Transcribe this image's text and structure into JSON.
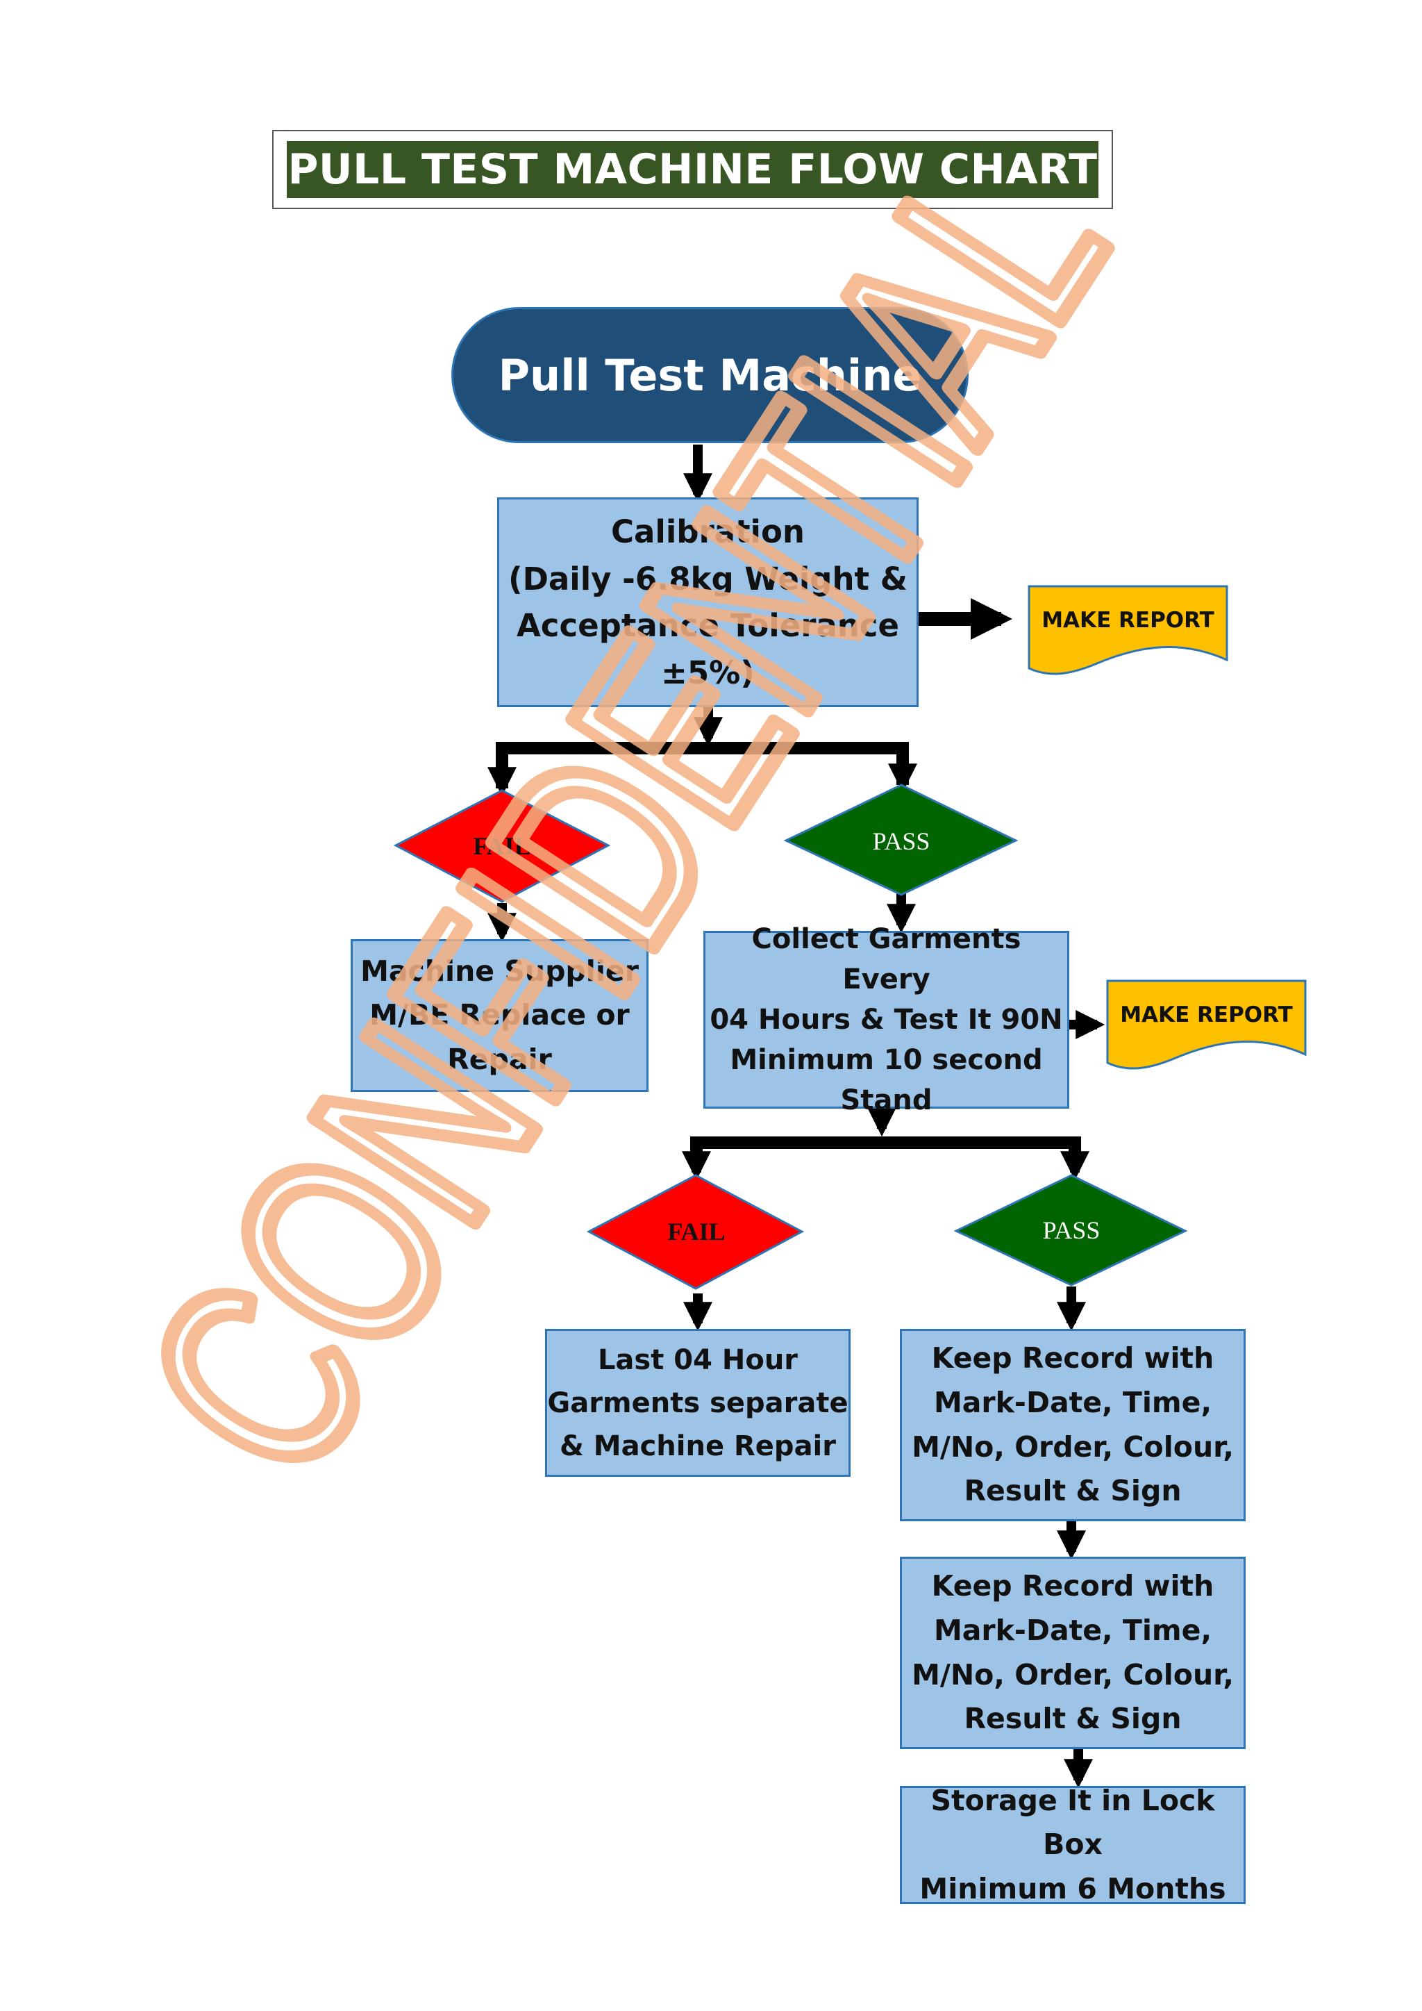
{
  "title": "PULL TEST MACHINE FLOW CHART",
  "start": "Pull Test Machine",
  "calibration": "Calibration\n(Daily -6.8kg Weight &\nAcceptance Tolerance\n±5%)",
  "report_1": "MAKE REPORT",
  "report_2": "MAKE REPORT",
  "decision_1_fail": "FAIL",
  "decision_1_pass": "PASS",
  "supplier_box": "Machine Supplier\nM/BE Replace or\nRepair",
  "collect_box": "Collect Garments Every\n04 Hours & Test It 90N\nMinimum 10 second\nStand",
  "decision_2_fail": "FAIL",
  "decision_2_pass": "PASS",
  "separate_box": "Last 04 Hour\nGarments separate\n& Machine Repair",
  "record_box_1": "Keep Record with\nMark-Date, Time,\nM/No, Order, Colour,\nResult & Sign",
  "record_box_2": "Keep Record with\nMark-Date, Time,\nM/No, Order, Colour,\nResult & Sign",
  "storage_box": "Storage It in Lock Box\nMinimum 6 Months",
  "watermark": "CONFIDENTIAL",
  "colors": {
    "title_bg": "#375623",
    "terminator": "#1f4e79",
    "process_fill": "#9dc3e6",
    "process_border": "#2e75b6",
    "fail": "#ff0000",
    "pass": "#006400",
    "report": "#ffc000",
    "watermark": "#f4b183"
  }
}
